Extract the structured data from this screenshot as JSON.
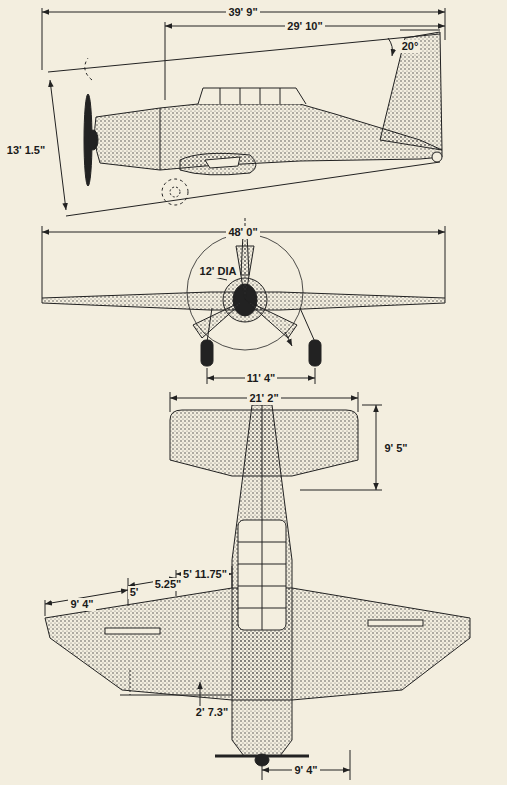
{
  "diagram": {
    "labels": [
      "39' 9\"",
      "29' 10\"",
      "20°",
      "13' 1.5\"",
      "48' 0\"",
      "12' DIA",
      "11' 4\"",
      "21' 2\"",
      "9' 5\"",
      "9' 4\"",
      "5'",
      "5.25\"",
      "5' 11.75\"",
      "2' 7.3\"",
      "9' 4\""
    ]
  }
}
